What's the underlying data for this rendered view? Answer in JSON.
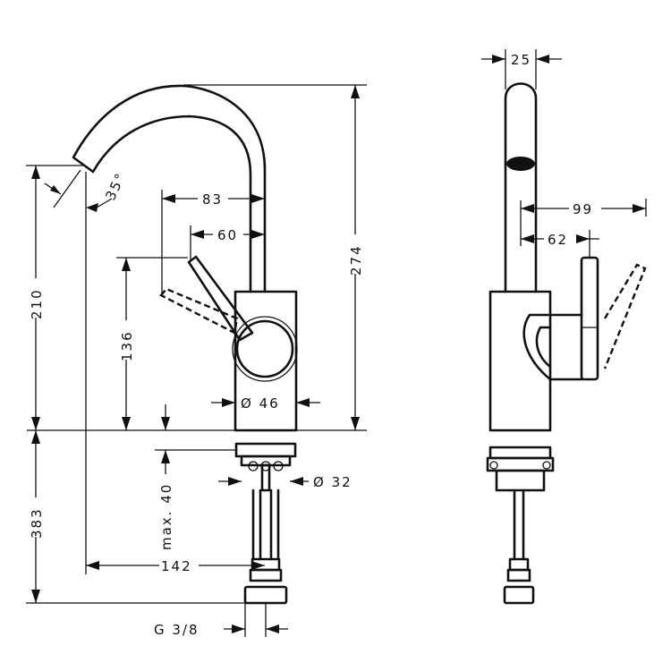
{
  "dimensions": {
    "width_top": "25",
    "angle": "35°",
    "reach_front": "83",
    "handle_front": "60",
    "height_total": "274",
    "height_spout": "210",
    "height_handle": "136",
    "body_diameter": "Ø 46",
    "reach_side": "99",
    "handle_side": "62",
    "below_counter": "383",
    "max_thickness": "max. 40",
    "hole_diameter": "Ø 32",
    "projection": "142",
    "connection": "G 3/8"
  }
}
